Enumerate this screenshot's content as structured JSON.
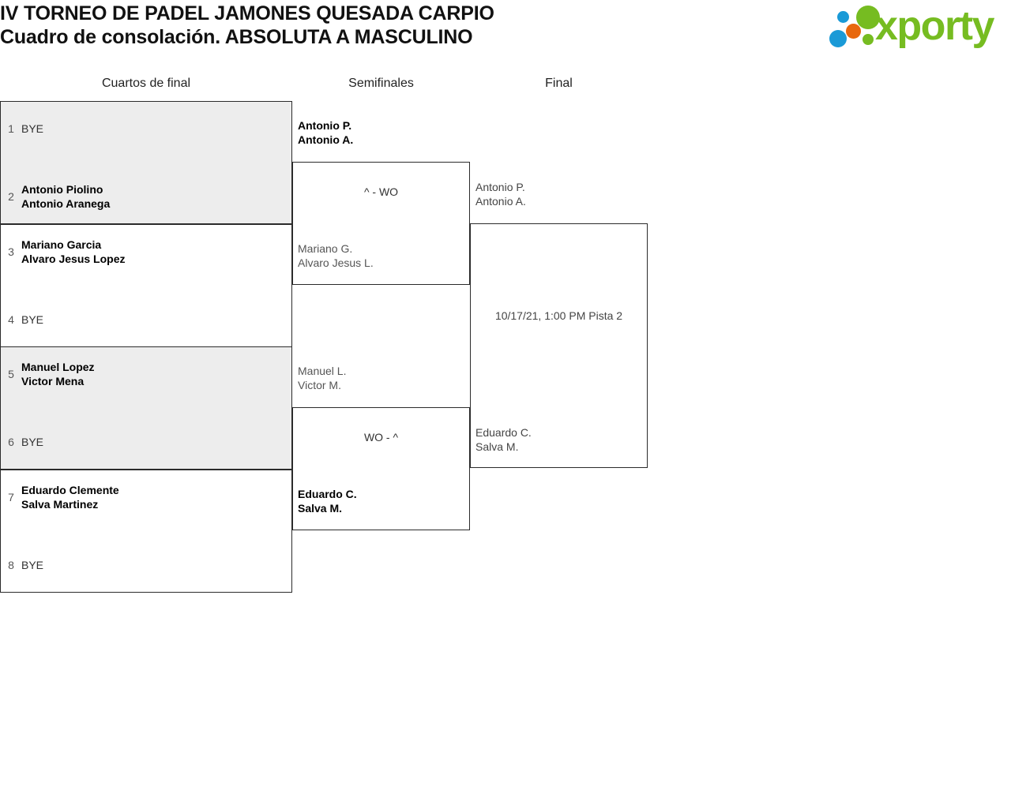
{
  "header": {
    "title_line1": "IV TORNEO DE PADEL JAMONES QUESADA CARPIO",
    "title_line2": "Cuadro de consolación. ABSOLUTA A MASCULINO",
    "logo_word": "xporty"
  },
  "rounds": [
    {
      "label": "Cuartos de final"
    },
    {
      "label": "Semifinales"
    },
    {
      "label": "Final"
    }
  ],
  "bracket": {
    "round1": [
      {
        "top": {
          "seed": "1",
          "player1": "BYE",
          "player2": ""
        },
        "bottom": {
          "seed": "2",
          "player1": "Antonio Piolino",
          "player2": "Antonio Aranega"
        }
      },
      {
        "top": {
          "seed": "3",
          "player1": "Mariano Garcia",
          "player2": "Alvaro Jesus Lopez"
        },
        "bottom": {
          "seed": "4",
          "player1": "BYE",
          "player2": ""
        }
      },
      {
        "top": {
          "seed": "5",
          "player1": "Manuel Lopez",
          "player2": "Victor Mena"
        },
        "bottom": {
          "seed": "6",
          "player1": "BYE",
          "player2": ""
        }
      },
      {
        "top": {
          "seed": "7",
          "player1": "Eduardo Clemente",
          "player2": "Salva Martinez"
        },
        "bottom": {
          "seed": "8",
          "player1": "BYE",
          "player2": ""
        }
      }
    ],
    "round2": [
      {
        "top": {
          "player1": "Antonio P.",
          "player2": "Antonio A."
        },
        "bottom": {
          "player1": "Mariano G.",
          "player2": "Alvaro Jesus L."
        },
        "score": "^ - WO"
      },
      {
        "top": {
          "player1": "Manuel L.",
          "player2": "Victor M."
        },
        "bottom": {
          "player1": "Eduardo C.",
          "player2": "Salva M."
        },
        "score": "WO - ^"
      }
    ],
    "round3": [
      {
        "top": {
          "player1": "Antonio P.",
          "player2": "Antonio A."
        },
        "bottom": {
          "player1": "Eduardo C.",
          "player2": "Salva M."
        },
        "meta": "10/17/21, 1:00 PM Pista 2"
      }
    ]
  },
  "colors": {
    "logo_green": "#76bc21",
    "logo_blue": "#1a9ad7",
    "logo_orange": "#e8670c",
    "shaded_row": "#ededed",
    "border": "#2b2b2b"
  }
}
